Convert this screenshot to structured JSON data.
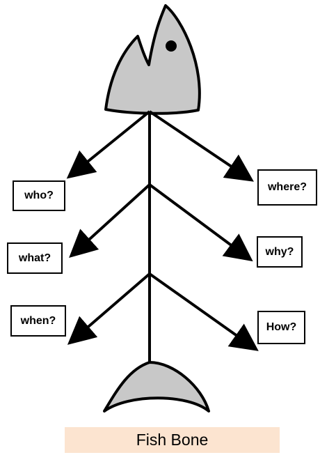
{
  "labels": {
    "who": "who?",
    "what": "what?",
    "when": "when?",
    "where": "where?",
    "why": "why?",
    "how": "How?"
  },
  "caption": "Fish Bone",
  "colors": {
    "fish_fill": "#c8c8c8",
    "stroke": "#000000",
    "caption_bg": "#fce4d0"
  }
}
